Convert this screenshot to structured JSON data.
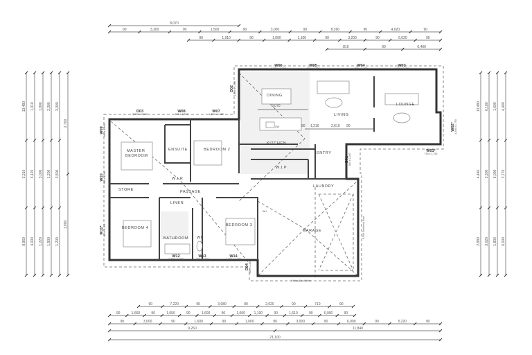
{
  "rooms": {
    "dining": "DINING",
    "living": "LIVING",
    "lounge": "LOUNGE",
    "kitchen": "KITCHEN",
    "entry": "ENTRY",
    "wip": "W.I.P",
    "laundry": "LAUNDRY",
    "garage": "GARAGE",
    "master": "MASTER",
    "master2": "BEDROOM",
    "bedroom2": "BEDROOM 2",
    "ensuite": "ENSUITE",
    "wir": "W.I.R",
    "store": "STORE",
    "passage": "PASSAGE",
    "linen": "LINEN",
    "bedroom4": "BEDROOM 4",
    "bathroom": "BATHROOM",
    "wc": "WC",
    "bedroom3": "BEDROOM 3"
  },
  "openings": [
    {
      "id": "W06",
      "size": "1,800 x 1,280"
    },
    {
      "id": "W05",
      "size": "790 x 1,280"
    },
    {
      "id": "W04",
      "size": "790 x 1,280"
    },
    {
      "id": "W03",
      "size": "1,800 x 1,280"
    },
    {
      "id": "D03",
      "size": "2,200 x 2,200"
    },
    {
      "id": "W08",
      "size": "800 x 1,200"
    },
    {
      "id": "W07",
      "size": "1,800 x 1,280"
    },
    {
      "id": "W12",
      "size": "1,200 x 1,200"
    },
    {
      "id": "W13",
      "size": "800 x 1,200"
    },
    {
      "id": "W14",
      "size": "1,800 x 1,280"
    },
    {
      "id": "W01*",
      "size": "790 x 1,750"
    },
    {
      "id": "W02*",
      "size": "1,300 x 1,750"
    },
    {
      "id": "D02",
      "size": "1,800 x 1,280"
    },
    {
      "id": "W09",
      "size": "800 x 1,200"
    },
    {
      "id": "W10",
      "size": "800 x 1,200"
    },
    {
      "id": "W11*",
      "size": "800 x 1,200"
    },
    {
      "id": "D01",
      "size": "860 x 2,200"
    },
    {
      "id": "D04",
      "size": "860 x 2,200"
    }
  ],
  "inner_dims": [
    "3,070",
    "90",
    "1,210",
    "2,610",
    "90"
  ],
  "dimensions": {
    "top": [
      [
        "8,070"
      ],
      [
        "90",
        "3,300",
        "90",
        "1,500",
        "90",
        "3,000",
        "90",
        "8,390",
        "90",
        "4,020",
        "90"
      ],
      [
        "90",
        "1,910",
        "90",
        "1,000",
        "1,100",
        "90",
        "3,200",
        "90",
        "6,020",
        "90"
      ],
      [
        "810",
        "90",
        "6,460"
      ]
    ],
    "bottom": [
      [
        "90",
        "7,220",
        "90",
        "3,080",
        "90",
        "2,020",
        "90",
        "710",
        "90"
      ],
      [
        "90",
        "1,660",
        "90",
        "1,050",
        "90",
        "1,600",
        "90",
        "1,000",
        "1,100",
        "90",
        "1,610",
        "90",
        "6,000",
        "90"
      ],
      [
        "90",
        "3,000",
        "90",
        "1,600",
        "90",
        "1,000",
        "90",
        "3,000",
        "90",
        "6,000",
        "90",
        "5,220",
        "90"
      ],
      [
        "9,260",
        "11,840"
      ],
      [
        "21,100"
      ]
    ],
    "left": [
      "13,480",
      "3,210",
      "8,960",
      "1,310",
      "3,120",
      "4,000",
      "1,900",
      "3,000",
      "1,220",
      "2,300",
      "1,200",
      "1,900",
      "3,000",
      "3,800",
      "1,200",
      "2,700",
      "1,900"
    ],
    "right": [
      "13,480",
      "4,440",
      "2,880",
      "6,180",
      "3,300",
      "3,020",
      "1,600",
      "6,000",
      "1,800",
      "4,400",
      "2,770",
      "6,000"
    ]
  },
  "notes": {
    "ceiling": "Ceiling Gas Bottle",
    "garage_door": "5,500 Sectional Door",
    "wh": "WH",
    "dw": "DW"
  }
}
